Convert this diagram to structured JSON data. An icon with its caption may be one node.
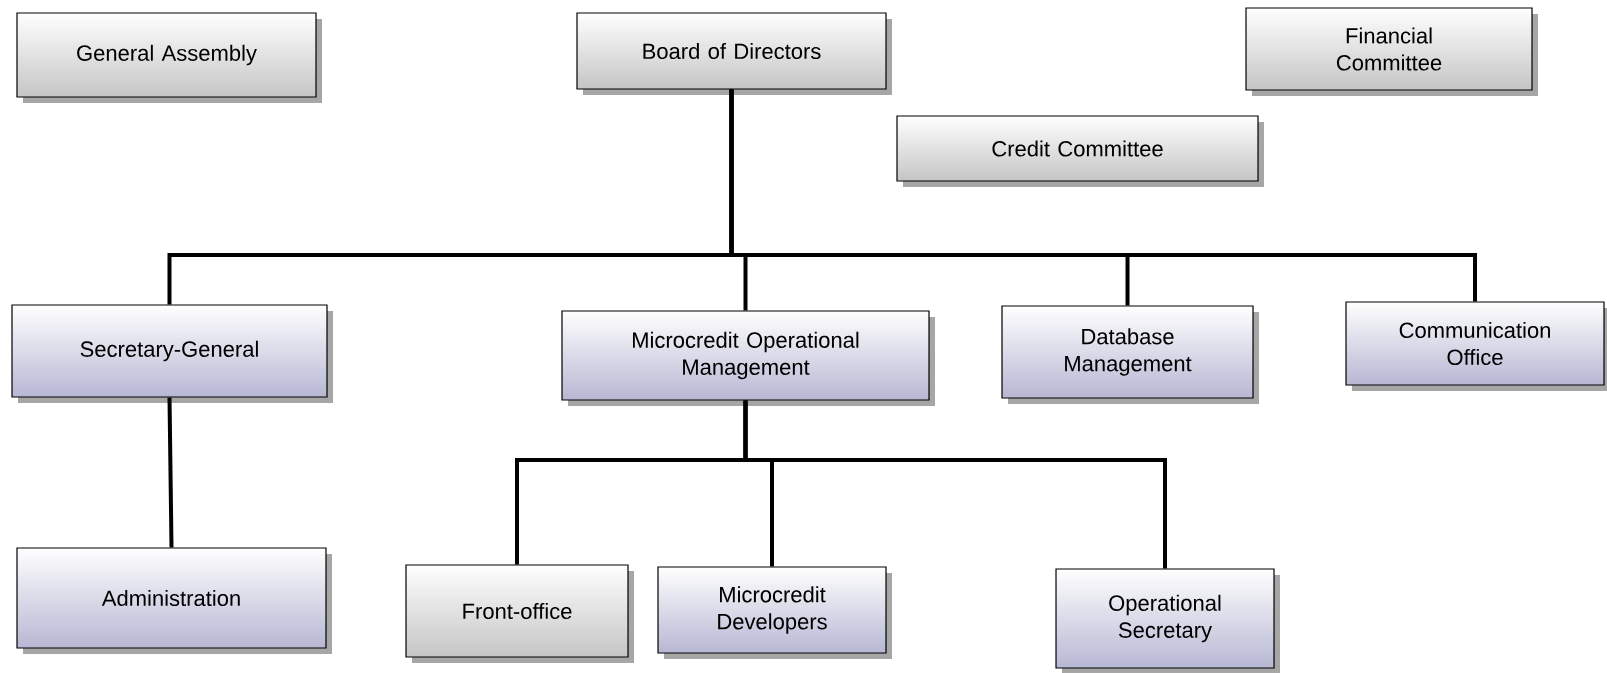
{
  "diagram": {
    "nodes": [
      {
        "text": [
          "General Assembly"
        ]
      },
      {
        "text": [
          "Board of Directors"
        ]
      },
      {
        "text": [
          "Financial Committee"
        ]
      },
      {
        "text": [
          "Credit Committee"
        ]
      },
      {
        "text": [
          "Secretary-General"
        ]
      },
      {
        "text": [
          "Microcredit Operational Management"
        ]
      },
      {
        "text": [
          "Database Management"
        ]
      },
      {
        "text": [
          "Communication Office"
        ]
      },
      {
        "text": [
          "Administration"
        ]
      },
      {
        "text": [
          "Front-office"
        ]
      },
      {
        "text": [
          "Microcredit Developers"
        ]
      },
      {
        "text": [
          "Operational Secretary"
        ]
      }
    ],
    "edges": [
      {
        "from": 1,
        "to": 4,
        "arrow": "none"
      },
      {
        "from": 1,
        "to": 5,
        "arrow": "none"
      },
      {
        "from": 1,
        "to": 6,
        "arrow": "none"
      },
      {
        "from": 1,
        "to": 7,
        "arrow": "none"
      },
      {
        "from": 4,
        "to": 8,
        "arrow": "none"
      },
      {
        "from": 5,
        "to": 9,
        "arrow": "none"
      },
      {
        "from": 5,
        "to": 10,
        "arrow": "none"
      },
      {
        "from": 5,
        "to": 11,
        "arrow": "none"
      }
    ]
  }
}
